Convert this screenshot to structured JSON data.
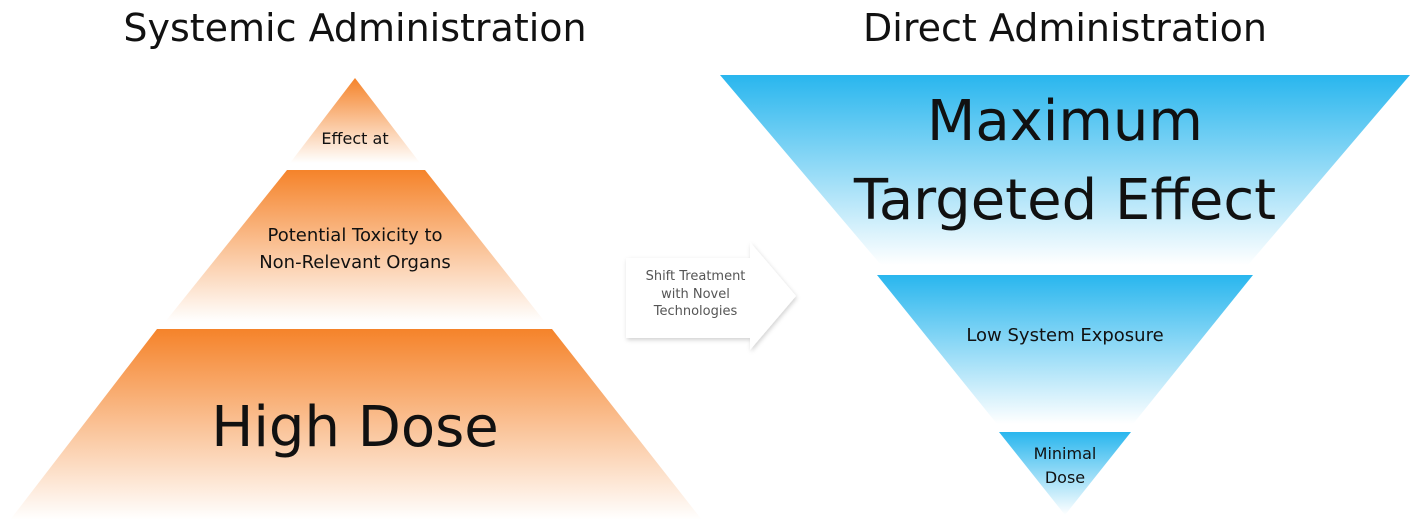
{
  "left": {
    "title": "Systemic Administration",
    "top_label": "Effect at",
    "middle_label_line1": "Potential Toxicity to",
    "middle_label_line2": "Non-Relevant Organs",
    "bottom_label": "High Dose",
    "color": "#f5832a"
  },
  "arrow": {
    "line1": "Shift Treatment",
    "line2": "with Novel",
    "line3": "Technologies"
  },
  "right": {
    "title": "Direct Administration",
    "top_label_line1": "Maximum",
    "top_label_line2": "Targeted Effect",
    "middle_label": "Low System Exposure",
    "bottom_label_line1": "Minimal",
    "bottom_label_line2": "Dose",
    "color": "#29b6ee"
  }
}
